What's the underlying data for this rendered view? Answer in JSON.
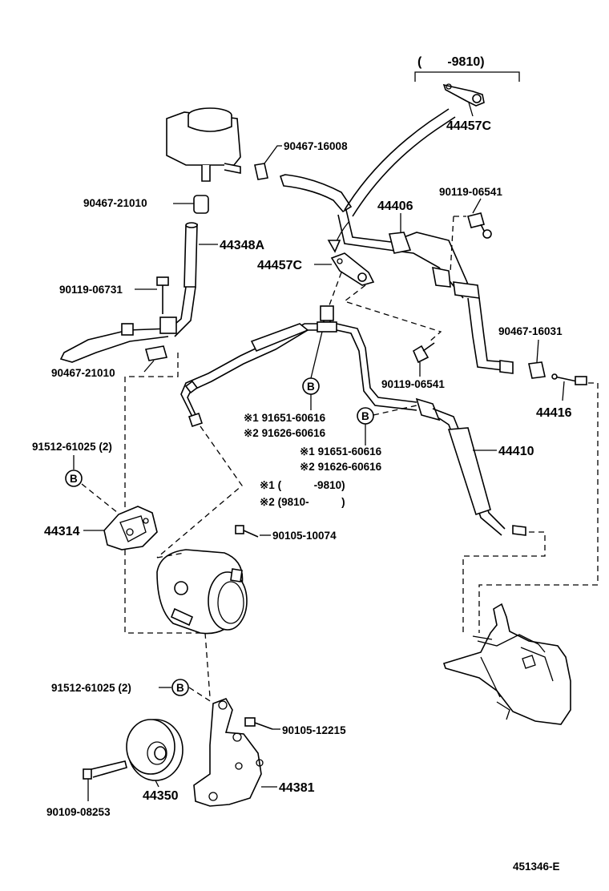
{
  "labels": {
    "range_top": "(　　-9810)",
    "p44457C_top": "44457C",
    "p90467_16008": "90467-16008",
    "p90467_21010_top": "90467-21010",
    "p44406": "44406",
    "p90119_06541_top": "90119-06541",
    "p44348A": "44348A",
    "p44457C_mid": "44457C",
    "p90119_06731": "90119-06731",
    "p90467_16031": "90467-16031",
    "p90467_21010_bot": "90467-21010",
    "p90119_06541_mid": "90119-06541",
    "p44416": "44416",
    "n1_91651_a": "※1 91651-60616",
    "n2_91626_a": "※2 91626-60616",
    "p91512_61025_top": "91512-61025 (2)",
    "n1_91651_b": "※1 91651-60616",
    "n2_91626_b": "※2 91626-60616",
    "p44410": "44410",
    "note1_range": "※1 (　　　-9810)",
    "note2_range": "※2 (9810-　　　)",
    "p44314": "44314",
    "p90105_10074": "90105-10074",
    "p91512_61025_bot": "91512-61025 (2)",
    "p90105_12215": "90105-12215",
    "p44381": "44381",
    "p44350": "44350",
    "p90109_08253": "90109-08253",
    "diagram_id": "451346-E"
  },
  "callouts": {
    "b1": "B",
    "b2": "B",
    "b3": "B",
    "b4": "B"
  }
}
